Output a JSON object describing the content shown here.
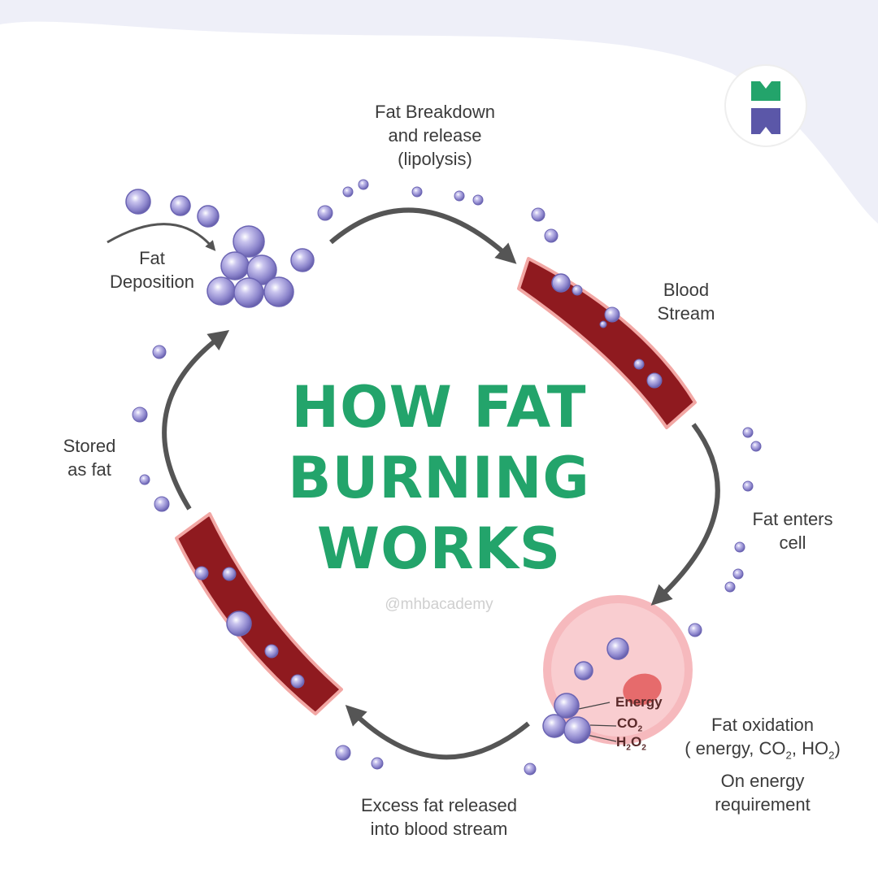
{
  "colors": {
    "title": "#23a46b",
    "blood": "#8f1a1f",
    "blood_edge": "#f2a7a4",
    "cell_outer": "#f6b9bd",
    "cell_inner": "#f9cdd0",
    "nucleus": "#e66b6c",
    "arrow": "#555555",
    "bubble": "#8a83c7",
    "logo_green": "#23a46b",
    "logo_purple": "#5b57a8"
  },
  "title": {
    "line1": "HOW FAT",
    "line2": "BURNING",
    "line3": "WORKS"
  },
  "watermark": "@mhbacademy",
  "labels": {
    "fat_breakdown": {
      "line1": "Fat Breakdown",
      "line2": "and release",
      "line3": "(lipolysis)"
    },
    "blood_stream": {
      "line1": "Blood",
      "line2": "Stream"
    },
    "fat_enters": {
      "line1": "Fat enters",
      "line2": "cell"
    },
    "fat_oxidation": {
      "line1": "Fat oxidation",
      "line2_pre": "( energy, CO",
      "line2_sub1": "2",
      "line2_mid": ", HO",
      "line2_sub2": "2",
      "line2_post": ")"
    },
    "on_energy": {
      "line1": "On energy",
      "line2": "requirement"
    },
    "excess_fat": {
      "line1": "Excess fat released",
      "line2": "into blood stream"
    },
    "stored": {
      "line1": "Stored",
      "line2": "as fat"
    },
    "deposition": {
      "line1": "Fat",
      "line2": "Deposition"
    }
  },
  "cell_labels": {
    "energy": "Energy",
    "co2_main": "CO",
    "co2_sub": "2",
    "h2o2_h": "H",
    "h2o2_sub1": "2",
    "h2o2_o": "O",
    "h2o2_sub2": "2"
  },
  "logo": "mhb-academy-logo"
}
